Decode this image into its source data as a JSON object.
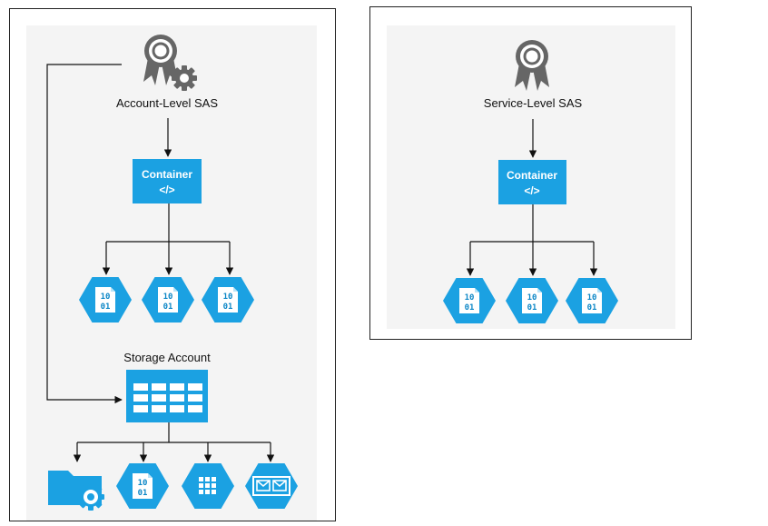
{
  "left_panel": {
    "sas_label": "Account-Level SAS",
    "container": {
      "title": "Container",
      "code": "</>"
    },
    "storage_account_label": "Storage Account",
    "blob_text": {
      "line1": "10",
      "line2": "01"
    }
  },
  "right_panel": {
    "sas_label": "Service-Level SAS",
    "container": {
      "title": "Container",
      "code": "</>"
    },
    "blob_text": {
      "line1": "10",
      "line2": "01"
    }
  },
  "colors": {
    "accent": "#1BA1E2",
    "panel_bg": "#F4F4F4",
    "border": "#222222",
    "icon_gray": "#666666"
  }
}
